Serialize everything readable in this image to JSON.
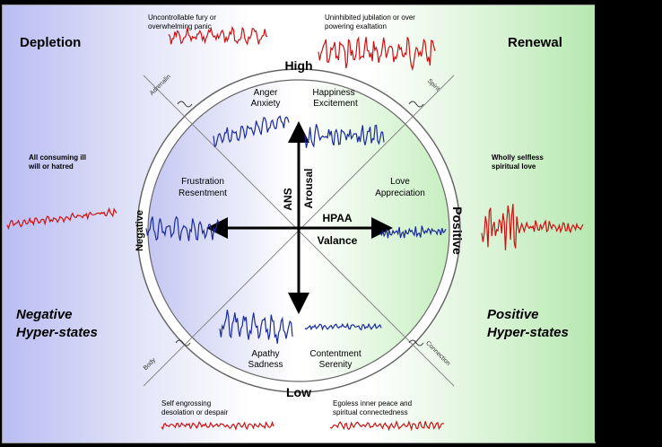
{
  "corners": {
    "depletion": "Depletion",
    "renewal": "Renewal",
    "negative_hyper_1": "Negative",
    "negative_hyper_2": "Hyper-states",
    "positive_hyper_1": "Positive",
    "positive_hyper_2": "Hyper-states"
  },
  "notes": {
    "top_left_1": "Uncontrollable fury or",
    "top_left_2": "overwhelming panic",
    "top_right_1": "Uninhibited jubilation or over",
    "top_right_2": "powering exaltation",
    "left_1": "All consuming ill",
    "left_2": "will or hatred",
    "right_1": "Wholly selfless",
    "right_2": "spiritual love",
    "bottom_left_1": "Self engrossing",
    "bottom_left_2": "desolation or despair",
    "bottom_right_1": "Egoless inner peace and",
    "bottom_right_2": "spiritual connectedness"
  },
  "ring": {
    "high": "High",
    "low": "Low",
    "negative": "Negative",
    "positive": "Positive",
    "diag_tl": "Adrenalin",
    "diag_tr": "Spirit",
    "diag_bl": "Body",
    "diag_br": "Connection"
  },
  "emotions": {
    "anger": "Anger",
    "anxiety": "Anxiety",
    "happiness": "Happiness",
    "excitement": "Excitement",
    "frustration": "Frustration",
    "resentment": "Resentment",
    "love": "Love",
    "appreciation": "Appreciation",
    "apathy": "Apathy",
    "sadness": "Sadness",
    "contentment": "Contentment",
    "serenity": "Serenity"
  },
  "axes": {
    "ans": "ANS",
    "arousal": "Arousal",
    "hpaa": "HPAA",
    "valance": "Valance"
  },
  "colors": {
    "depletion_bg": "#b9bdf2",
    "renewal_bg": "#b6e8b0",
    "outer_trace": "#cc1111",
    "inner_trace": "#1a2a9a",
    "ring_stroke": "#666666"
  }
}
